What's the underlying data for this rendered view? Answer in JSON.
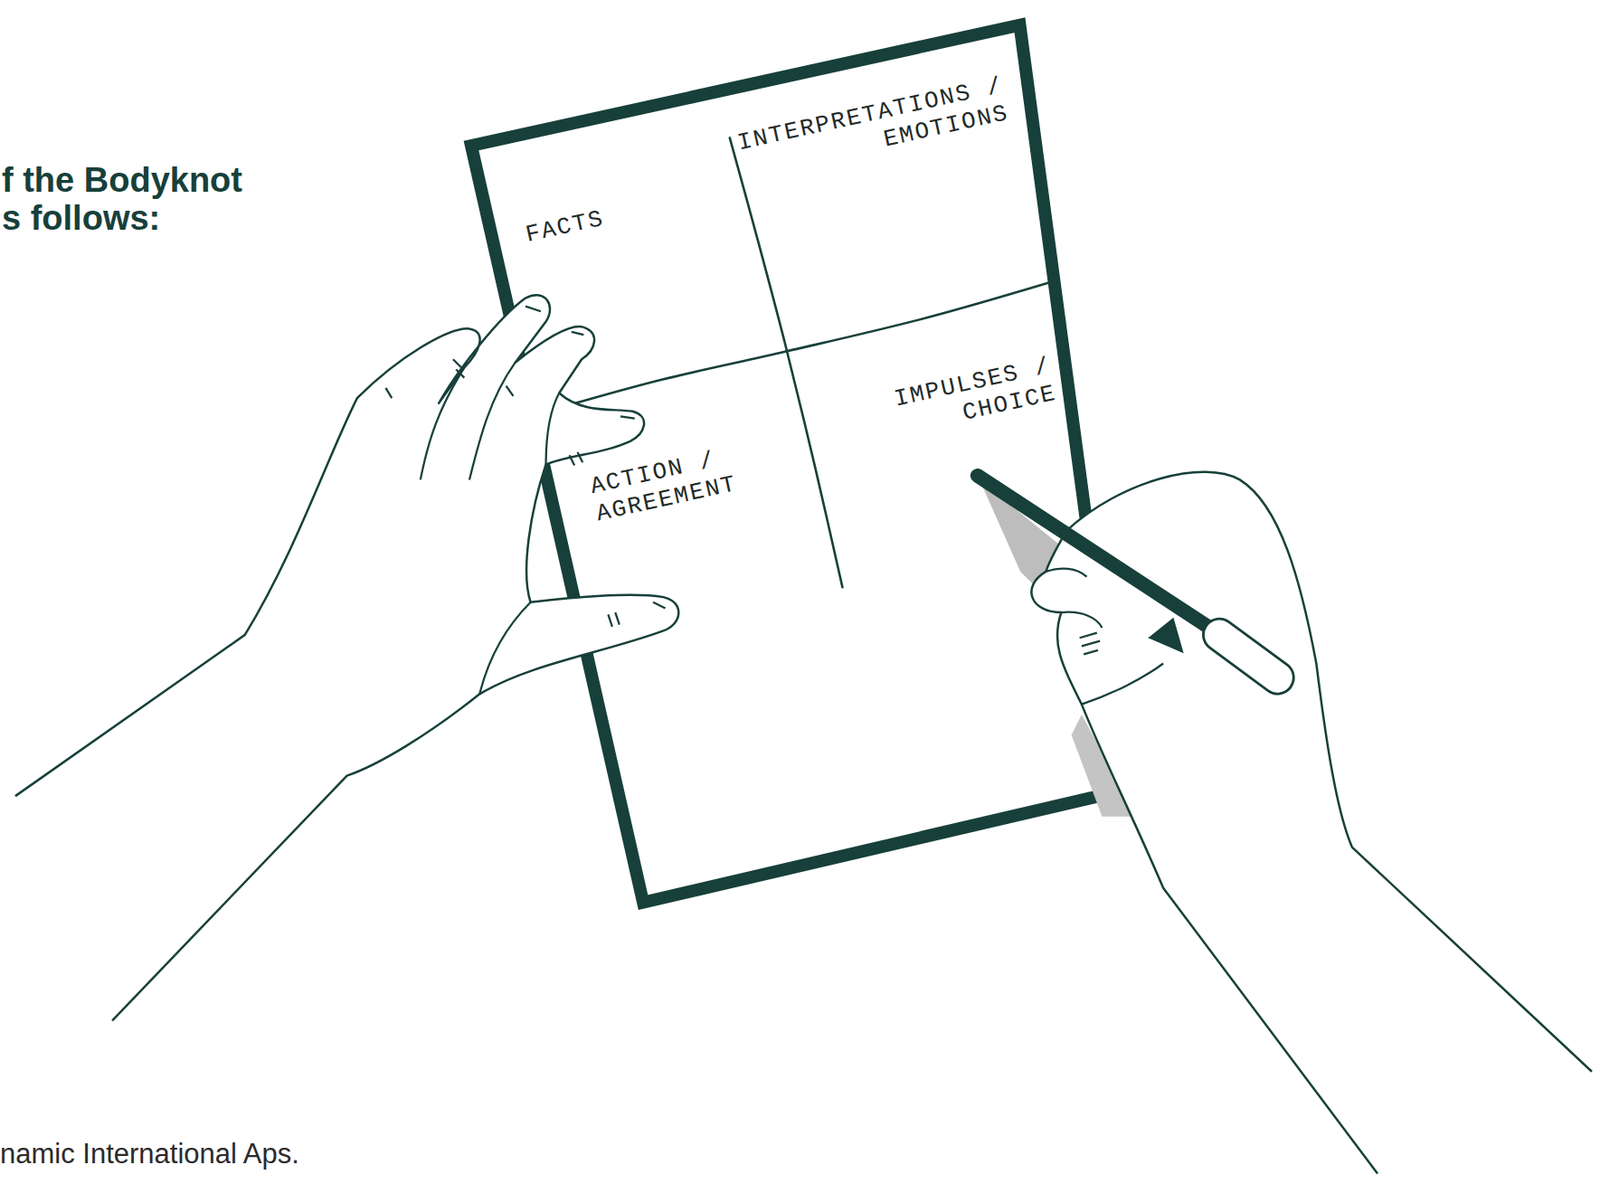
{
  "diagram": {
    "nodes": [
      {
        "text": [
          "FACTS",
          "INTERPRETATIONS / EMOTIONS",
          "ACTION / AGREEMENT",
          "IMPULSES / CHOICE"
        ]
      }
    ],
    "labels": [
      "f the Bodyknot",
      "s follows:",
      "namic International Aps."
    ]
  }
}
